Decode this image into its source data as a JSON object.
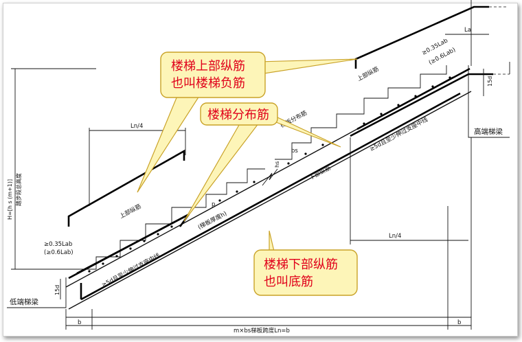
{
  "callouts": {
    "upper_bar_line1": "楼梯上部纵筋",
    "upper_bar_line2": "也叫楼梯负筋",
    "distribution_bar": "楼梯分布筋",
    "lower_bar_line1": "楼梯下部纵筋",
    "lower_bar_line2": "也叫底筋"
  },
  "labels": {
    "height_formula": "H=[h s (m+1)]",
    "height_name": "踏步段总高度",
    "ln4_top_left": "Ln/4",
    "ln4_bottom_right": "Ln/4",
    "la": "La",
    "anchor_top_1": "≥0.35Lab",
    "anchor_top_2": "(≥0.6Lab)",
    "anchor_bottom_1": "≥0.35Lab",
    "anchor_bottom_2": "(≥0.6Lab)",
    "upper_bar_left": "上部纵筋",
    "upper_bar_right": "上部纵筋",
    "distribution_small": "梯板分布筋",
    "lower_bar_small": "下部纵筋",
    "slab_thickness": "(梯板厚度h)",
    "p_label": "p",
    "bs": "bs",
    "hs": "hs",
    "extend_left": "≥5d且至少伸过支座中线",
    "extend_right": "≥5d且至少伸过支座中线",
    "d15_left": "15d",
    "d15_right": "15d",
    "low_beam": "低端梯梁",
    "high_beam": "高端梯梁",
    "b_left": "b",
    "b_right": "b",
    "span": "m×bs梯板跨度Ln=b"
  },
  "colors": {
    "callout_fill": "#fdf5b8",
    "callout_border": "#c9a227",
    "callout_text": "#e0001a",
    "line": "#111111"
  }
}
